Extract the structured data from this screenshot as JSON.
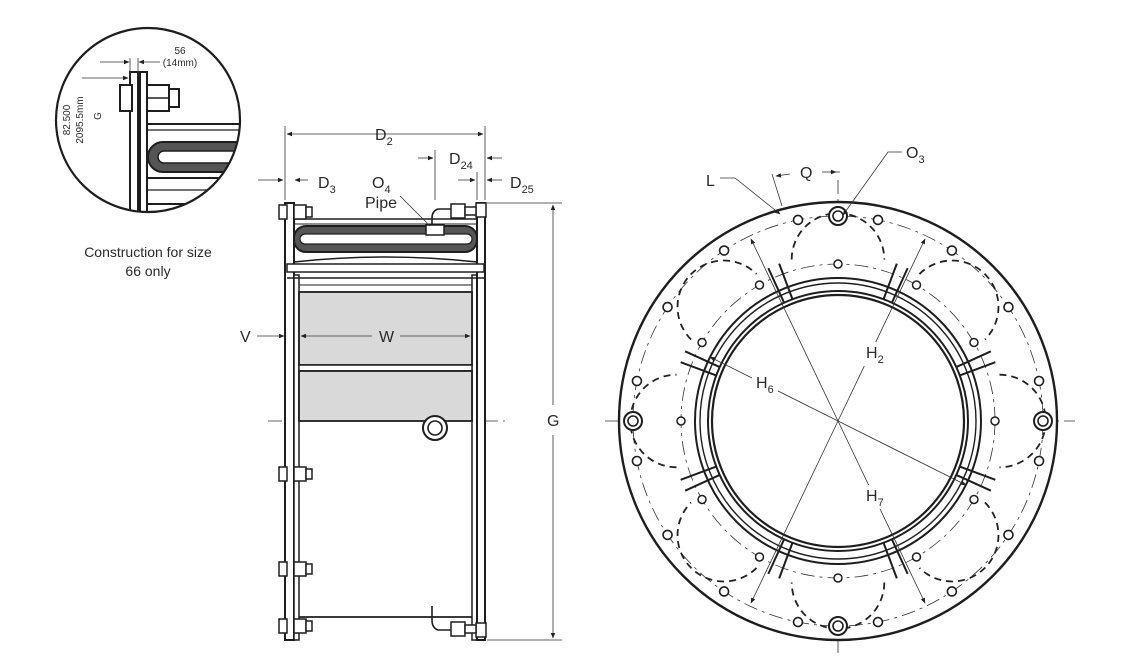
{
  "inset": {
    "dim_top": "56",
    "dim_top_mm": "(14mm)",
    "dim_left": "82.500",
    "dim_left_mm": "2095.5mm",
    "dim_left_g": "G",
    "caption_line1": "Construction for size",
    "caption_line2": "66 only"
  },
  "side_view": {
    "d2": {
      "main": "D",
      "sub": "2"
    },
    "d3": {
      "main": "D",
      "sub": "3"
    },
    "d24": {
      "main": "D",
      "sub": "24"
    },
    "d25": {
      "main": "D",
      "sub": "25"
    },
    "o4": {
      "main": "O",
      "sub": "4"
    },
    "pipe": "Pipe",
    "v": "V",
    "w": "W",
    "g": "G"
  },
  "front_view": {
    "l": "L",
    "q": "Q",
    "o3": {
      "main": "O",
      "sub": "3"
    },
    "h2": {
      "main": "H",
      "sub": "2"
    },
    "h6": {
      "main": "H",
      "sub": "6"
    },
    "h7": {
      "main": "H",
      "sub": "7"
    }
  },
  "colors": {
    "line": "#1e1e1e",
    "shade": "#d9d9d9",
    "background": "#ffffff"
  }
}
